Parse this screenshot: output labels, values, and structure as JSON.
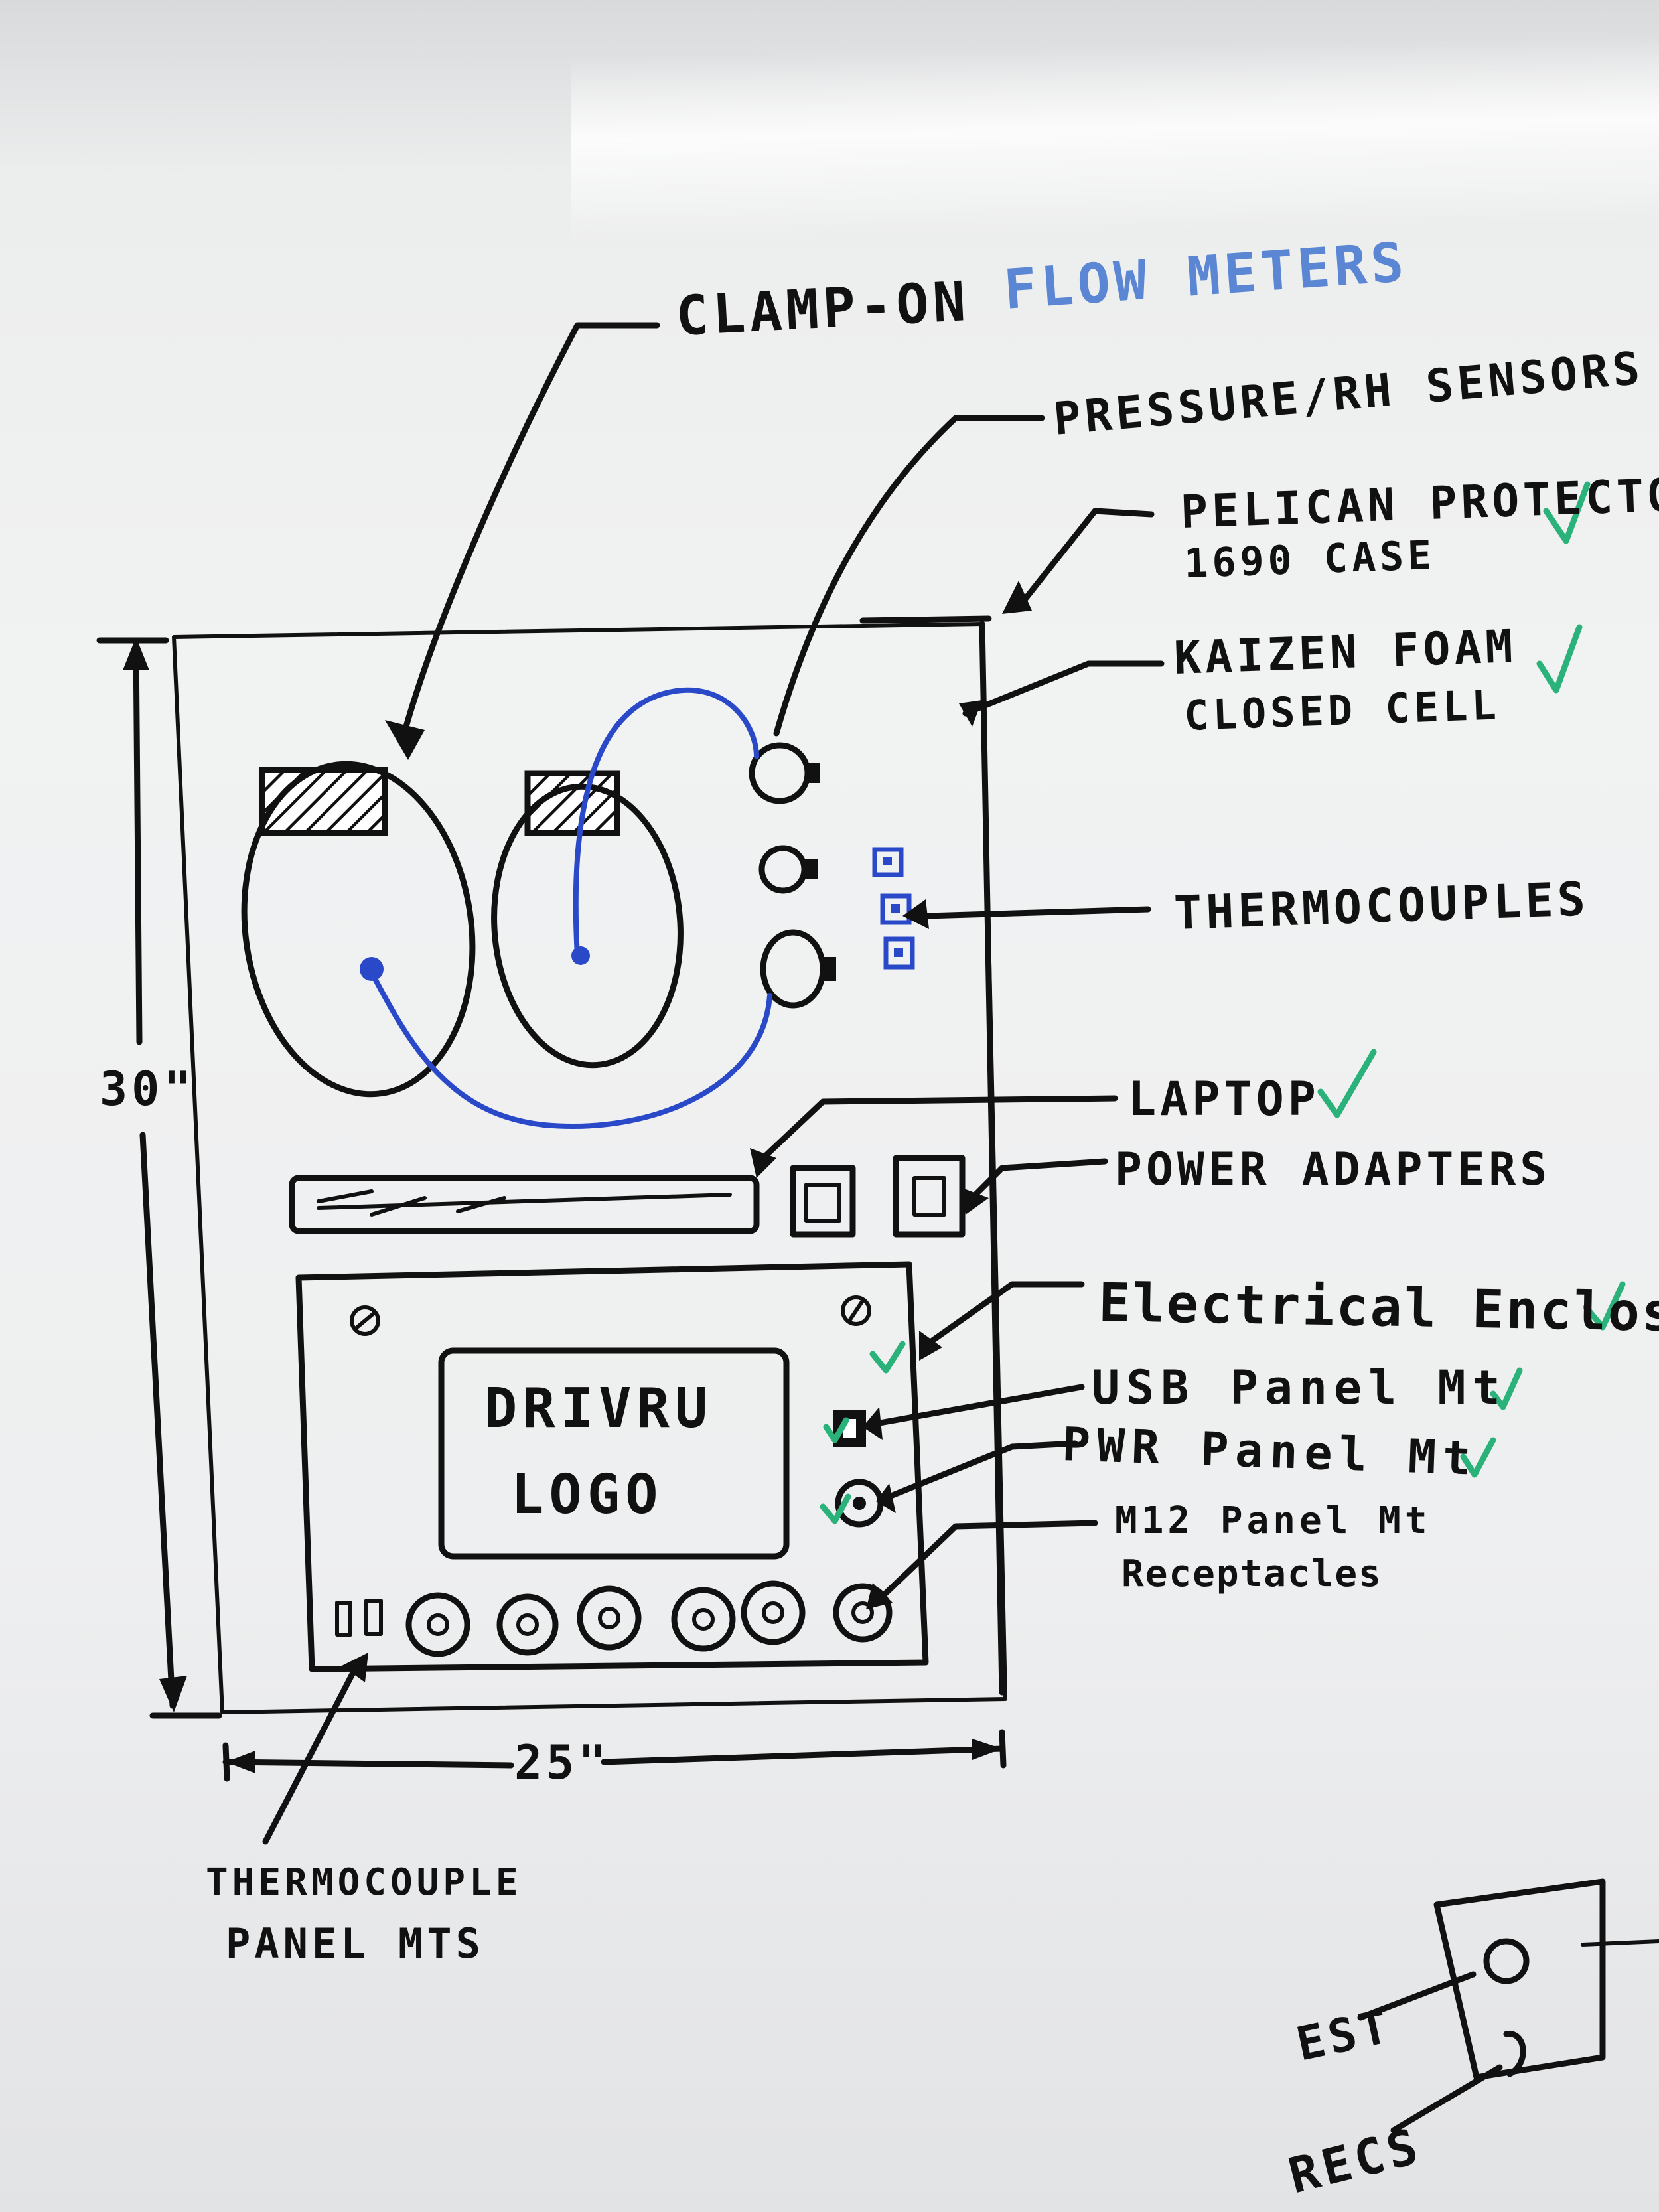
{
  "labels": {
    "clamp_on": "CLAMP-ON",
    "flow_meters": "FLOW METERS",
    "pressure_sensors": "PRESSURE/RH SENSORS",
    "pelican_line1": "PELICAN PROTECTOR",
    "pelican_line2": "1690 CASE",
    "foam_line1": "KAIZEN FOAM",
    "foam_line2": "CLOSED CELL",
    "thermocouples": "THERMOCOUPLES",
    "laptop": "LAPTOP",
    "power_adapters": "POWER ADAPTERS",
    "electrical_enclosure": "Electrical Enclosure",
    "usb_panel": "USB Panel Mt",
    "pwr_panel": "PWR Panel Mt",
    "m12_line1": "M12 Panel Mt",
    "m12_line2": "Receptacles",
    "logo_line1": "DRIVRU",
    "logo_line2": "LOGO",
    "dim_height": "30\"",
    "dim_width": "25\"",
    "tc_panel_line1": "THERMOCOUPLE",
    "tc_panel_line2": "PANEL MTS",
    "est": "EST",
    "recs": "RECS"
  },
  "colors": {
    "ink": "#111111",
    "blue_marker": "#2a49c9",
    "check_green": "#2bb27a",
    "board": "#eeeff0"
  }
}
